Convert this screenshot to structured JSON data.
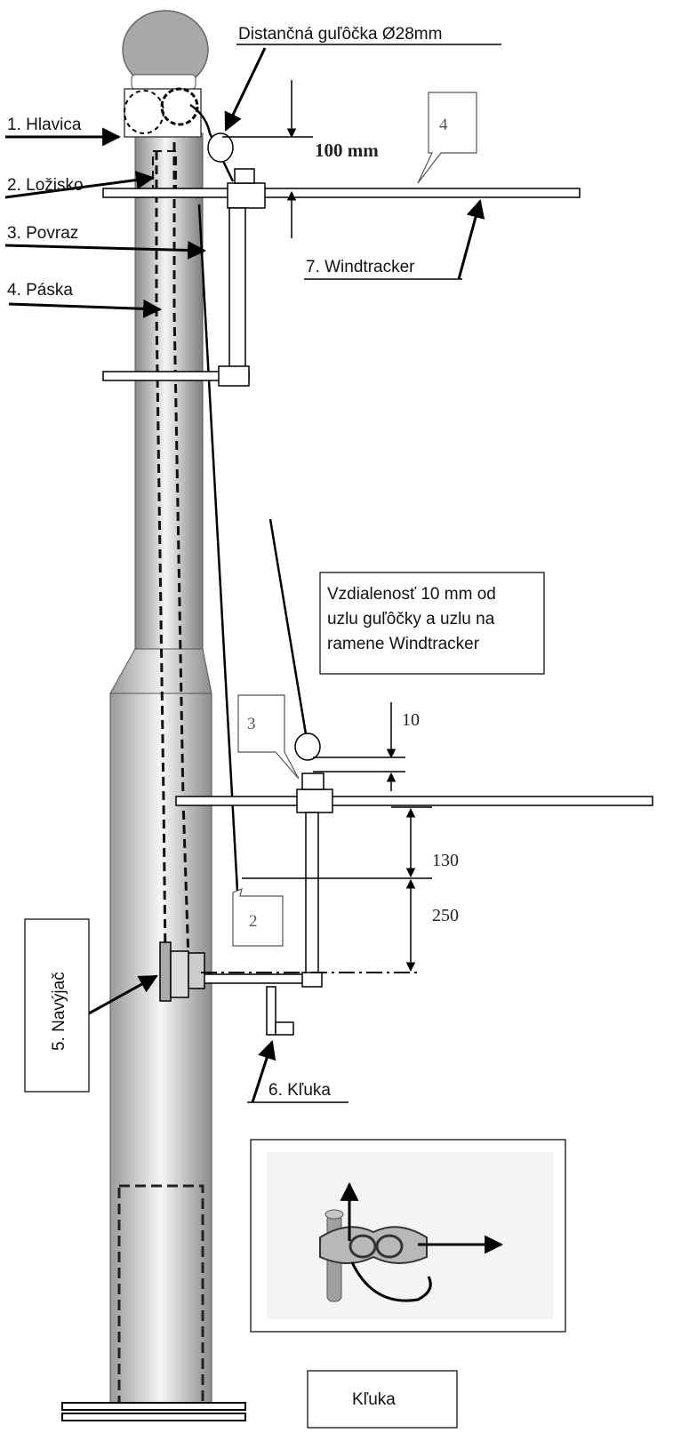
{
  "labels": {
    "hlavica": "1. Hlavica",
    "lozisko": "2. Ložisko",
    "povraz": "3. Povraz",
    "paska": "4. Páska",
    "navijac": "5. Navýjač",
    "kluka": "6. Kľuka",
    "windtracker": "7. Windtracker",
    "distance_ball": "Distančná guľôčka Ø28mm"
  },
  "dimensions": {
    "top_gap": "100 mm",
    "small_gap": "10",
    "gap_130": "130",
    "gap_250": "250"
  },
  "callouts": {
    "c4": "4",
    "c3": "3",
    "c2": "2"
  },
  "note": {
    "line1": "Vzdialenosť 10 mm od",
    "line2": "uzlu guľôčky a uzlu na",
    "line3": "ramene Windtracker"
  },
  "inset": {
    "caption": "Kľuka"
  },
  "colors": {
    "pole_dark": "#8a8a8a",
    "pole_light": "#f2f2f2",
    "head": "#a6a6a6",
    "line": "#000000"
  }
}
